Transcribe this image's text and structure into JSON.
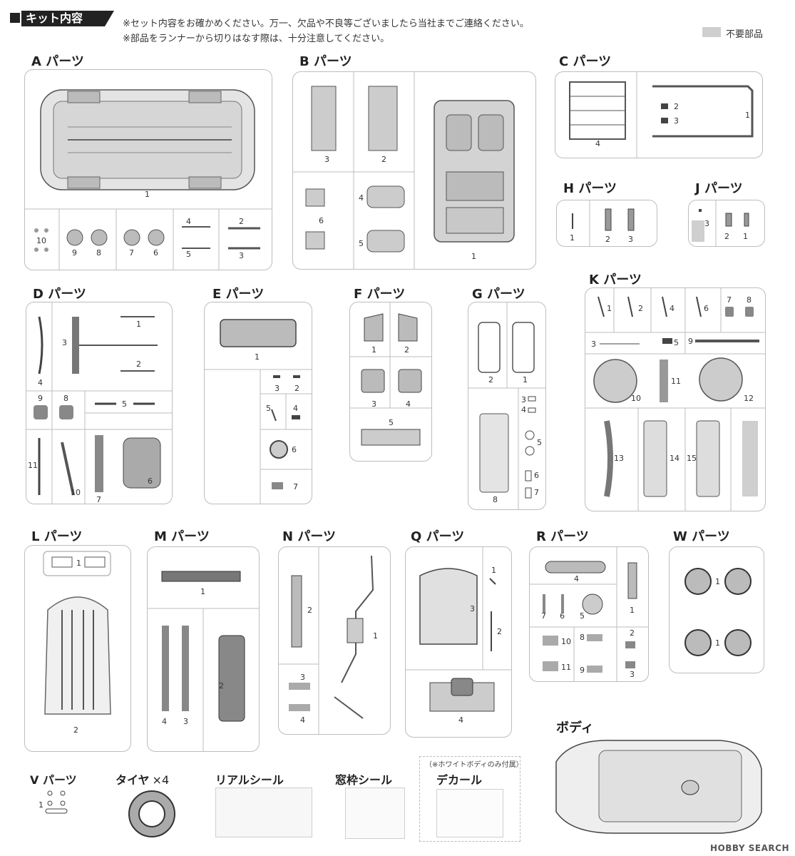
{
  "header": {
    "badge": "キット内容",
    "note1": "※セット内容をお確かめください。万一、欠品や不良等ございましたら当社までご連絡ください。",
    "note2": "※部品をランナーから切りはなす際は、十分注意してください。",
    "legend_label": "不要部品"
  },
  "parts": {
    "A": "A パーツ",
    "B": "B パーツ",
    "C": "C パーツ",
    "H": "H パーツ",
    "J": "J パーツ",
    "K": "K パーツ",
    "D": "D パーツ",
    "E": "E パーツ",
    "F": "F パーツ",
    "G": "G パーツ",
    "L": "L パーツ",
    "M": "M パーツ",
    "N": "N パーツ",
    "Q": "Q パーツ",
    "R": "R パーツ",
    "W": "W パーツ",
    "body": "ボディ",
    "V": "V パーツ"
  },
  "extras": {
    "tire": "タイヤ",
    "tire_count": "×4",
    "real_seal": "リアルシール",
    "window_seal": "窓枠シール",
    "decal": "デカール",
    "decal_note": "（※ホワイトボディのみ付属）"
  },
  "watermark": "HOBBY SEARCH",
  "colors": {
    "line": "#bdbdbd",
    "part": "#9a9a9a",
    "unused": "#cfcfcf"
  }
}
